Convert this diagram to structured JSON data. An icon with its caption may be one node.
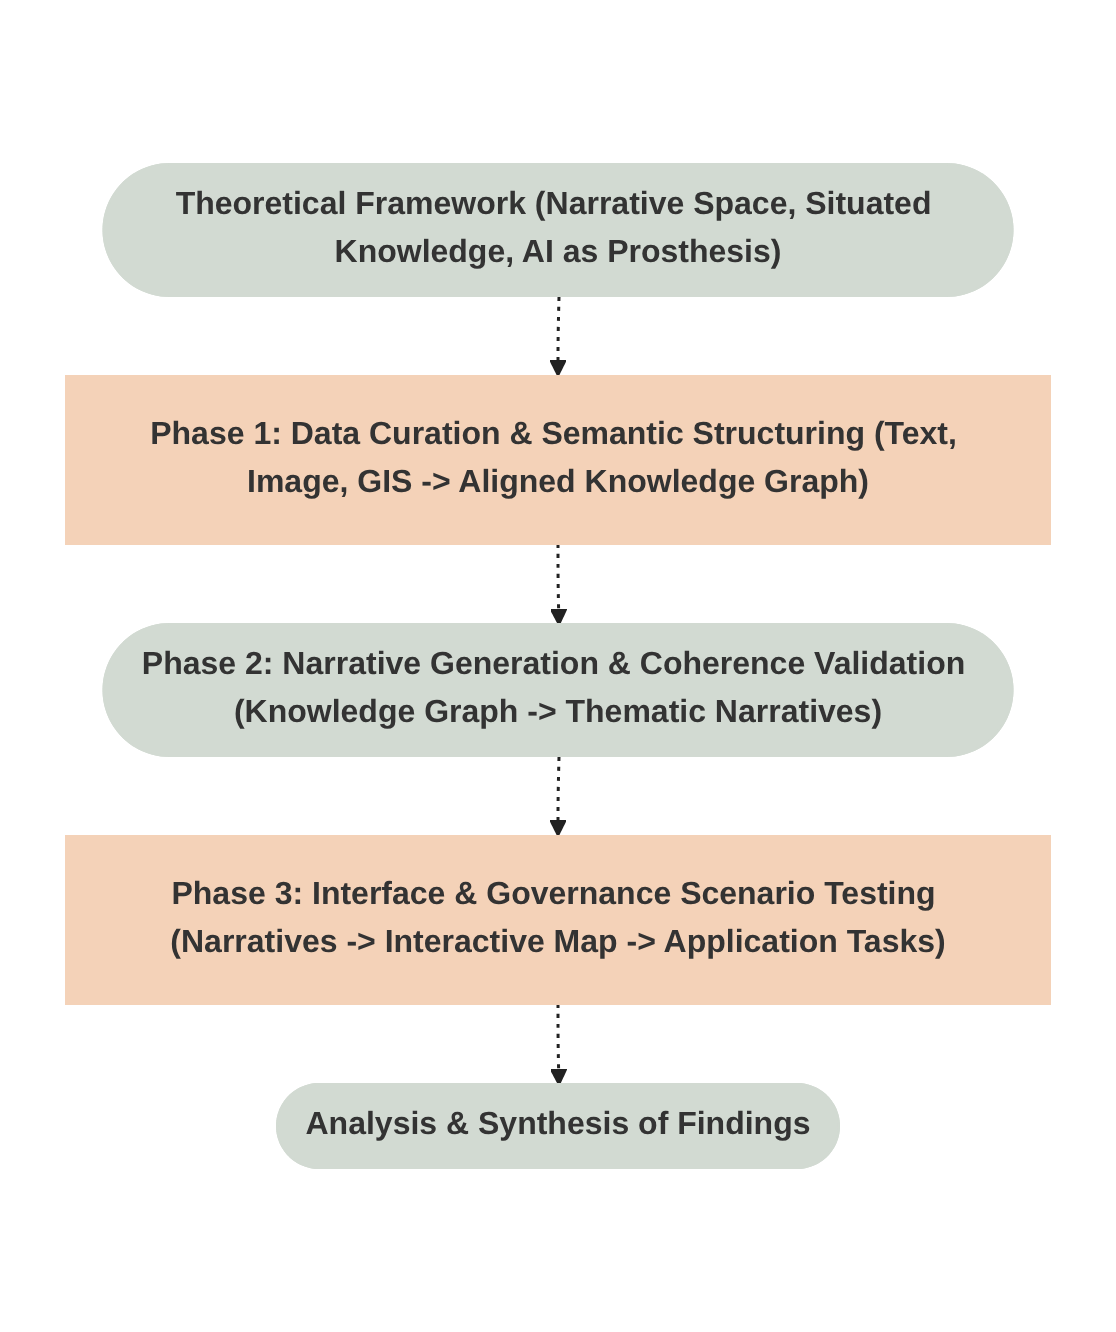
{
  "diagram": {
    "nodes": [
      {
        "text": [
          "Theoretical Framework (Narrative Space, Situated Knowledge, AI as Prosthesis)"
        ]
      },
      {
        "text": [
          "Phase 1: Data Curation & Semantic Structuring (Text, Image, GIS -> Aligned Knowledge Graph)"
        ]
      },
      {
        "text": [
          "Phase 2: Narrative Generation & Coherence Validation (Knowledge Graph -> Thematic Narratives)"
        ]
      },
      {
        "text": [
          "Phase 3: Interface & Governance Scenario Testing (Narratives -> Interactive Map -> Application Tasks)"
        ]
      },
      {
        "text": [
          "Analysis & Synthesis of Findings"
        ]
      }
    ],
    "edges": [
      {
        "from": 0,
        "to": 1,
        "arrow": "to",
        "style": "dashed"
      },
      {
        "from": 1,
        "to": 2,
        "arrow": "to",
        "style": "dashed"
      },
      {
        "from": 2,
        "to": 3,
        "arrow": "to",
        "style": "dashed"
      },
      {
        "from": 3,
        "to": 4,
        "arrow": "to",
        "style": "dashed"
      }
    ]
  }
}
